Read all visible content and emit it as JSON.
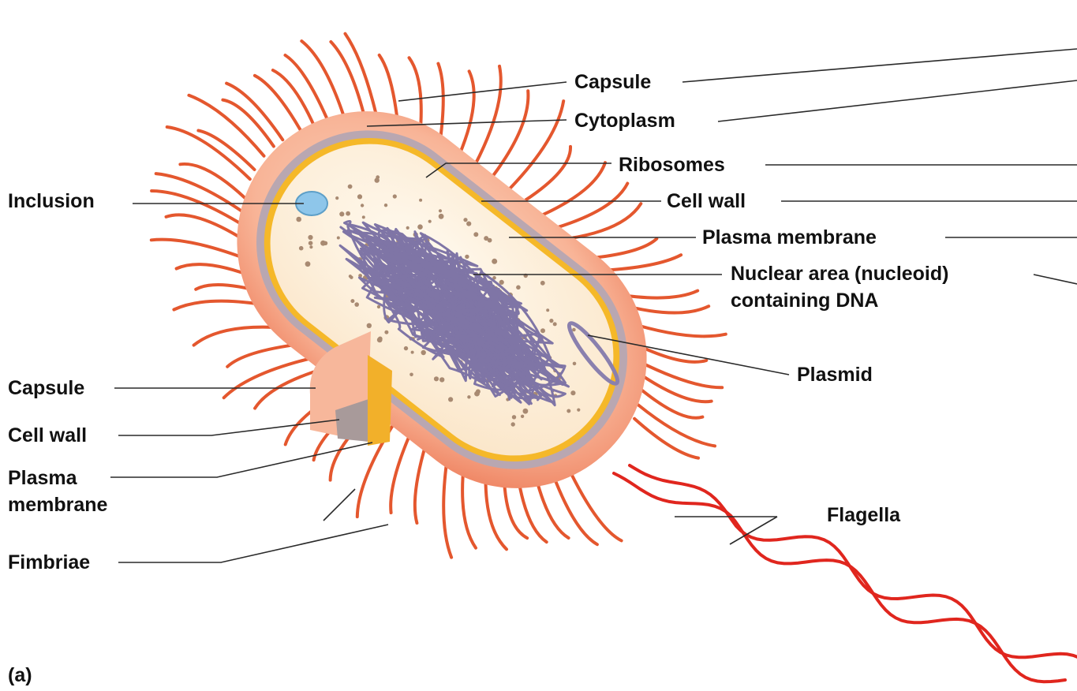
{
  "panel_letter": "(a)",
  "labels": {
    "capsule_right": "Capsule",
    "cytoplasm": "Cytoplasm",
    "ribosomes": "Ribosomes",
    "cell_wall_right": "Cell wall",
    "plasma_membrane_right": "Plasma membrane",
    "nucleoid_line1": "Nuclear area (nucleoid)",
    "nucleoid_line2": "containing DNA",
    "plasmid": "Plasmid",
    "flagella": "Flagella",
    "inclusion": "Inclusion",
    "capsule_left": "Capsule",
    "cell_wall_left": "Cell wall",
    "plasma_membrane_left_line1": "Plasma",
    "plasma_membrane_left_line2": "membrane",
    "fimbriae": "Fimbriae"
  },
  "colors": {
    "capsule": "#f6b095",
    "capsule_edge": "#f08a68",
    "cell_wall": "#b8a6b0",
    "plasma_membrane": "#f5b829",
    "cytoplasm": "#fdf1de",
    "dna": "#7f75a6",
    "fimbriae": "#e4572e",
    "flagella": "#e0261e",
    "inclusion": "#8ec6ea",
    "ribosome": "#a88a72",
    "leader_line": "#2a2a2a"
  },
  "icons": [
    "bacterium-illustration"
  ]
}
